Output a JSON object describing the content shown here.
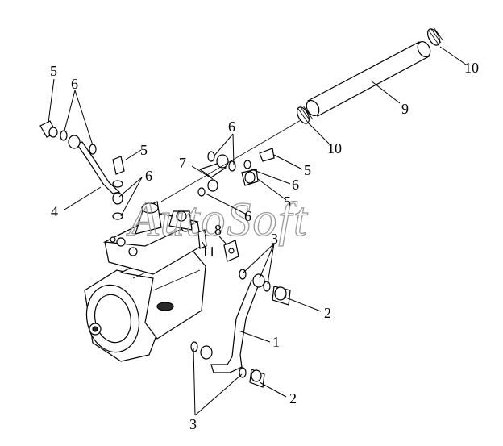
{
  "watermark": "AutoSoft",
  "callouts": {
    "c1": "1",
    "c2a": "2",
    "c2b": "2",
    "c3a": "3",
    "c3b": "3",
    "c4": "4",
    "c5a": "5",
    "c5b": "5",
    "c5c": "5",
    "c5d": "5",
    "c6a": "6",
    "c6b": "6",
    "c6c": "6",
    "c6d": "6",
    "c6e": "6",
    "c7": "7",
    "c8": "8",
    "c9": "9",
    "c10a": "10",
    "c10b": "10",
    "c11": "11"
  }
}
